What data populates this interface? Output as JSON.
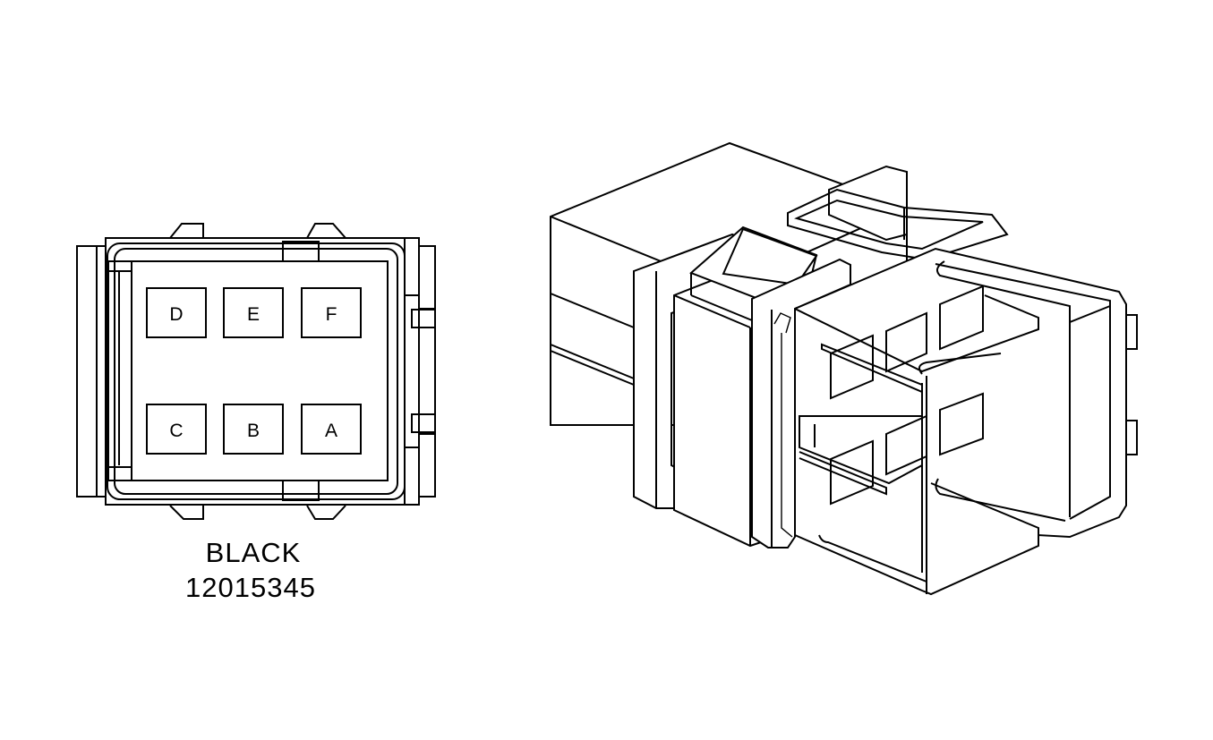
{
  "connector": {
    "color_label": "BLACK",
    "part_number": "12015345",
    "pins_top": [
      "D",
      "E",
      "F"
    ],
    "pins_bottom": [
      "C",
      "B",
      "A"
    ]
  },
  "colors": {
    "line": "#000000",
    "background": "#ffffff"
  }
}
